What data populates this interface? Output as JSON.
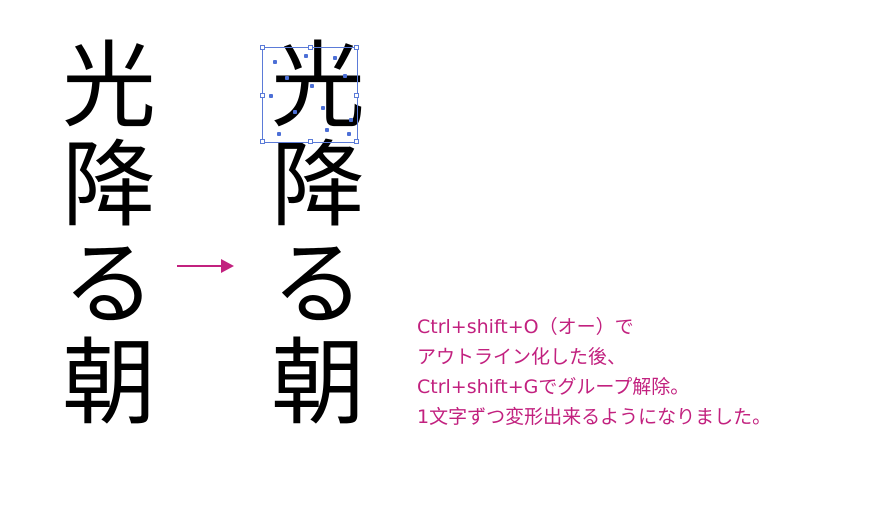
{
  "vertical_text": {
    "original": "光降る朝",
    "outlined": "光降る朝"
  },
  "colors": {
    "annotation": "#c2217f",
    "arrow": "#c2217f",
    "selection": "#5b7bd8"
  },
  "note": {
    "lines": [
      "Ctrl+shift+O（オー）で",
      "アウトライン化した後、",
      "Ctrl+shift+Gでグループ解除。",
      "1文字ずつ変形出来るようになりました。"
    ]
  }
}
